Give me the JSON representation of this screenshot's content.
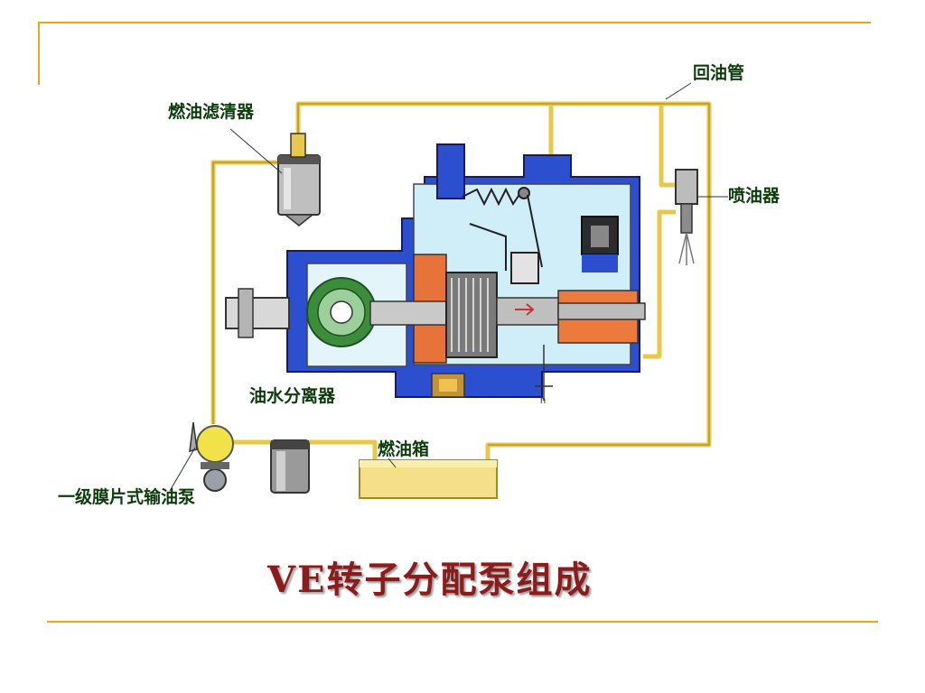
{
  "slide": {
    "title": "VE转子分配泵组成",
    "accent_color": "#e5a823",
    "title_color": "#8b1c1c",
    "label_color": "#0c3d0c"
  },
  "labels": {
    "return_pipe": "回油管",
    "fuel_filter": "燃油滤清器",
    "injector": "喷油器",
    "water_separator": "油水分离器",
    "fuel_tank": "燃油箱",
    "feed_pump": "一级膜片式输油泵",
    "stroke_mark": "h"
  }
}
